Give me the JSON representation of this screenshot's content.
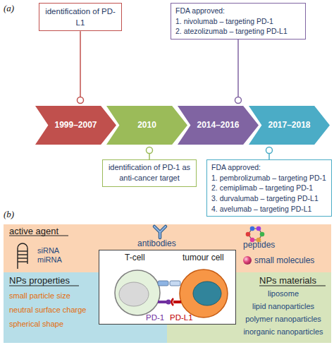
{
  "diagram": {
    "nodes": [
      {
        "text": [
          "identification of PD-L1"
        ]
      },
      {
        "text": [
          "FDA approved:",
          "1. nivolumab – targeting PD-1",
          "2. atezolizumab – targeting PD-L1"
        ]
      },
      {
        "text": [
          "1999–2007"
        ]
      },
      {
        "text": [
          "2010"
        ]
      },
      {
        "text": [
          "2014–2016"
        ]
      },
      {
        "text": [
          "2017–2018"
        ]
      },
      {
        "text": [
          "identification of PD-1 as anti-cancer target"
        ]
      },
      {
        "text": [
          "FDA approved:",
          "1. pembrolizumab – targeting PD-1",
          "2. cemiplimab – targeting PD-1",
          "3. durvalumab – targeting PD-L1",
          "4. avelumab – targeting PD-L1"
        ]
      },
      {
        "text": [
          "active agent",
          "siRNA",
          "miRNA",
          "antibodies",
          "peptides",
          "small molecules"
        ]
      },
      {
        "text": [
          "NPs properties",
          "small particle size",
          "neutral surface charge",
          "spherical shape"
        ]
      },
      {
        "text": [
          "NPs materials",
          "liposome",
          "lipid nanoparticles",
          "polymer nanoparticles",
          "inorganic nanoparticles"
        ]
      },
      {
        "text": [
          "T-cell",
          "tumour cell",
          "PD-1",
          "PD-L1"
        ]
      }
    ],
    "edges": [
      {
        "from": 0,
        "to": 2,
        "arrow": "none"
      },
      {
        "from": 1,
        "to": 4,
        "arrow": "none"
      },
      {
        "from": 6,
        "to": 3,
        "arrow": "none"
      },
      {
        "from": 7,
        "to": 5,
        "arrow": "none"
      }
    ],
    "labels": [
      "(a)",
      "(b)"
    ]
  }
}
